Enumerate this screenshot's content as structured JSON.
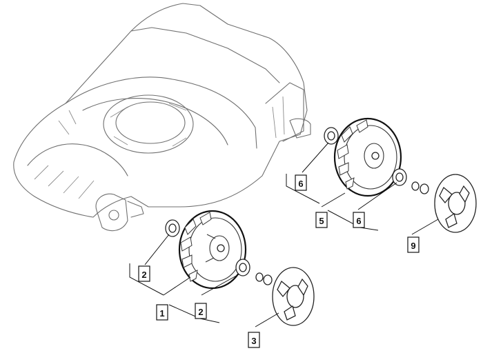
{
  "callouts": [
    {
      "id": "c2a",
      "label": "2"
    },
    {
      "id": "c1",
      "label": "1"
    },
    {
      "id": "c2b",
      "label": "2"
    },
    {
      "id": "c3",
      "label": "3"
    },
    {
      "id": "c6a",
      "label": "6"
    },
    {
      "id": "c5",
      "label": "5"
    },
    {
      "id": "c6b",
      "label": "6"
    },
    {
      "id": "c9",
      "label": "9"
    }
  ]
}
